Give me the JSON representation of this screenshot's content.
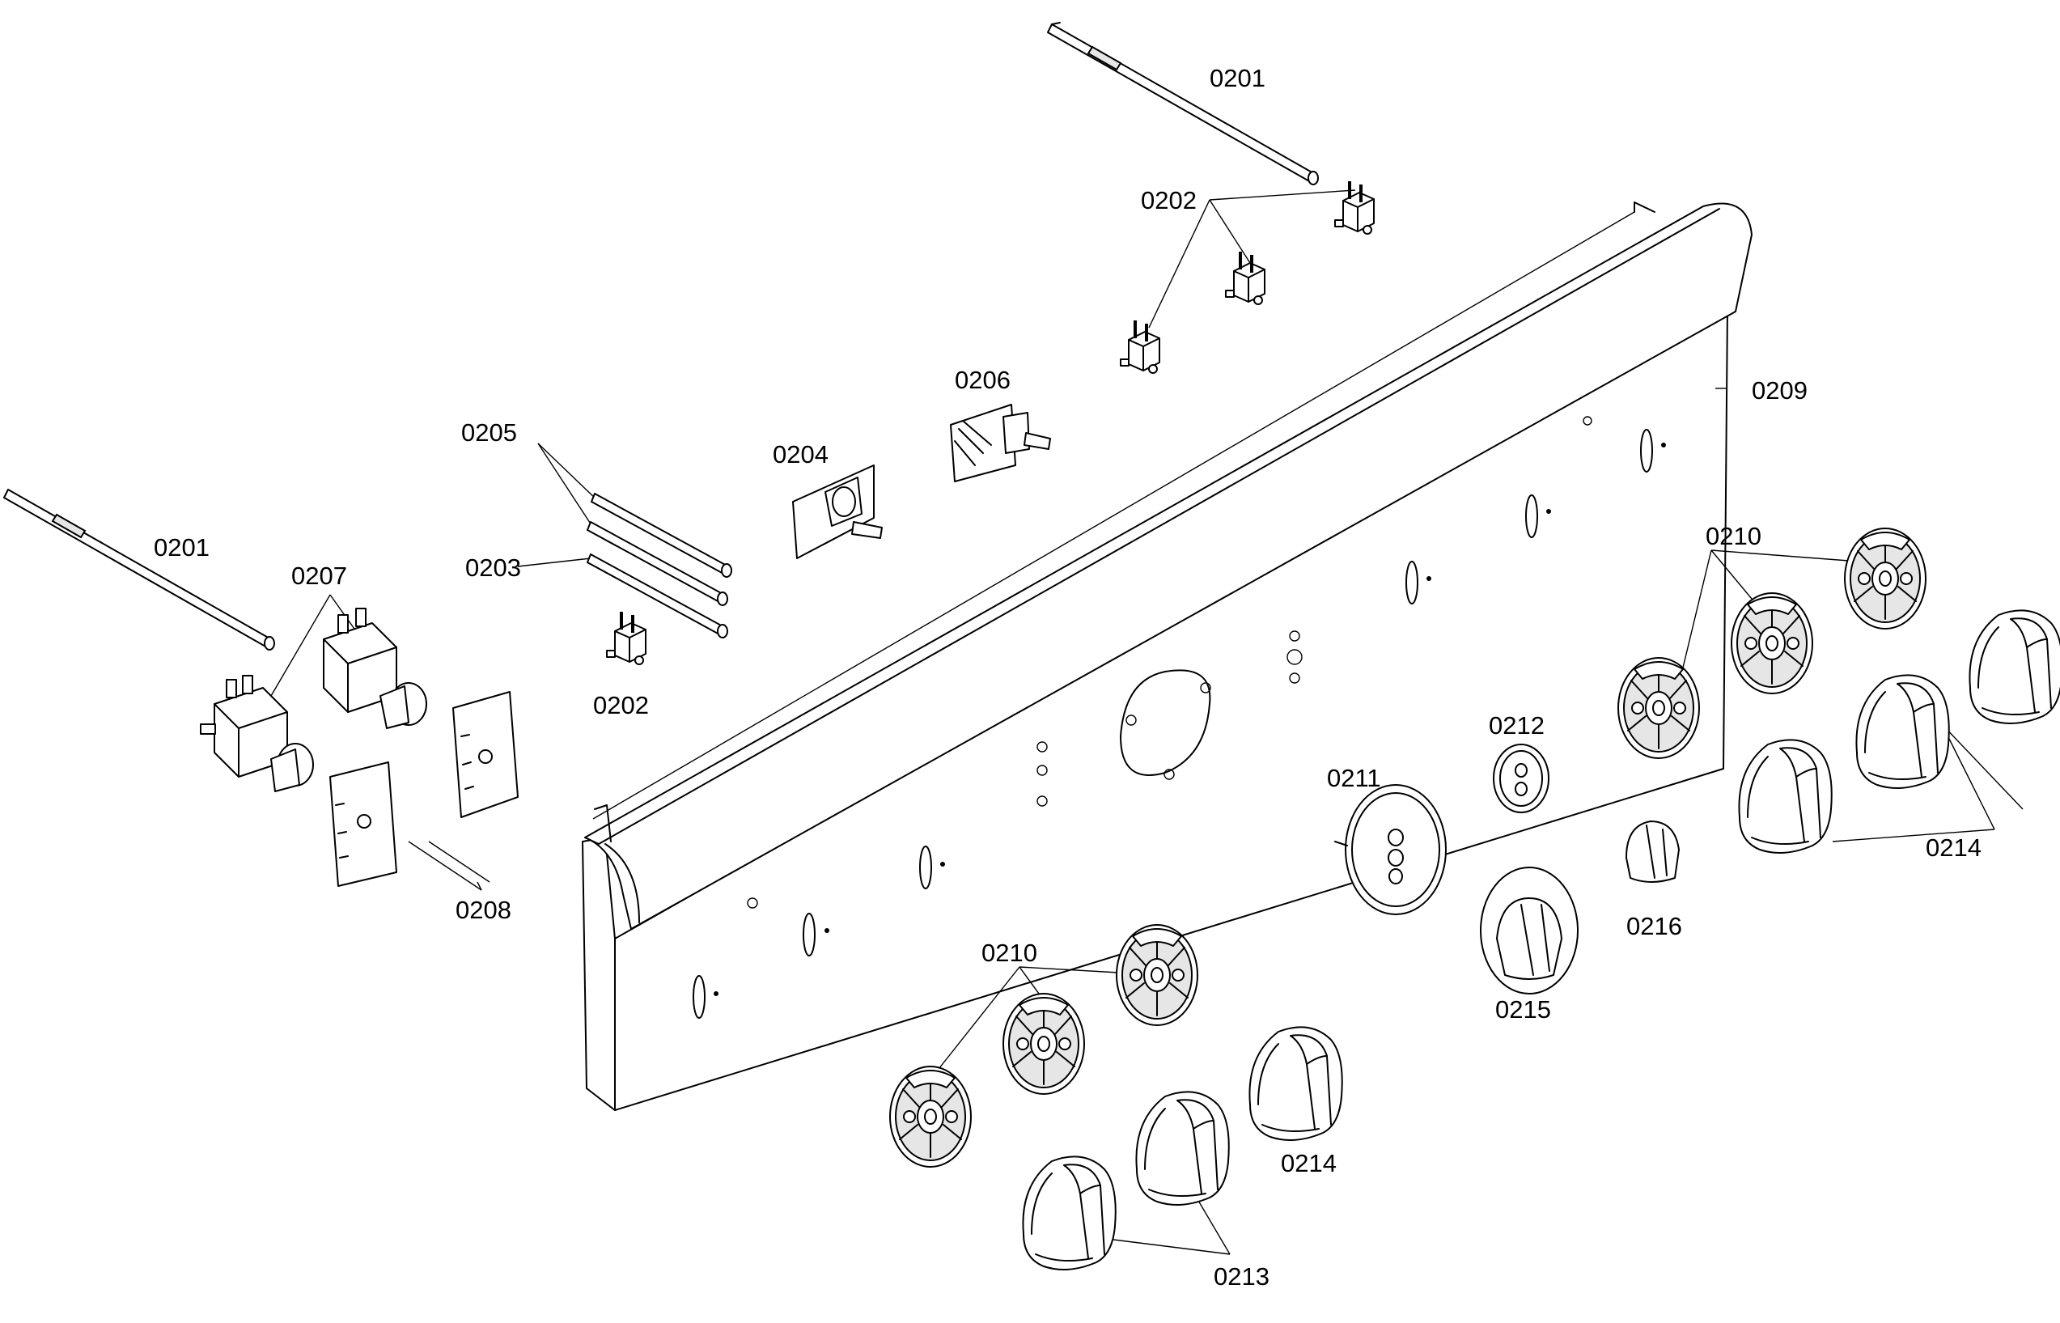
{
  "labels": {
    "p0201a": "0201",
    "p0201b": "0201",
    "p0202a": "0202",
    "p0202b": "0202",
    "p0203": "0203",
    "p0204": "0204",
    "p0205": "0205",
    "p0206": "0206",
    "p0207": "0207",
    "p0208": "0208",
    "p0209": "0209",
    "p0210a": "0210",
    "p0210b": "0210",
    "p0211": "0211",
    "p0212": "0212",
    "p0213": "0213",
    "p0214a": "0214",
    "p0214b": "0214",
    "p0215": "0215",
    "p0216": "0216"
  }
}
